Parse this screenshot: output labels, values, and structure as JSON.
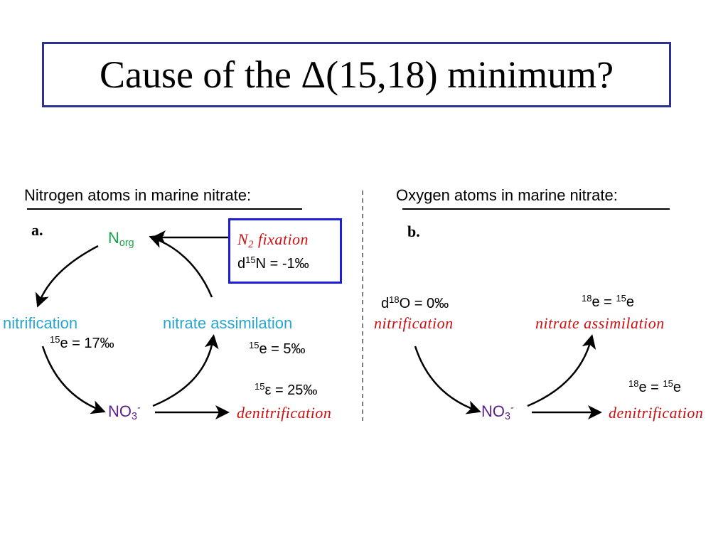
{
  "title": "Cause of the Δ(15,18) minimum?",
  "panel_a": {
    "heading": "Nitrogen atoms in marine nitrate:",
    "letter": "a.",
    "norg": {
      "base": "N",
      "sub": "org"
    },
    "n2_fixation": {
      "base": "N",
      "sub": "2",
      "rest": " fixation"
    },
    "d15n": {
      "prefix": "d",
      "sup": "15",
      "rest": "N = -1‰"
    },
    "nitrification": "nitrification",
    "nitrate_assimilation": "nitrate assimilation",
    "e_nitrification": {
      "sup": "15",
      "rest": "e = 17‰"
    },
    "e_assimilation": {
      "sup": "15",
      "rest": "e = 5‰"
    },
    "eps_denitrification": {
      "sup": "15",
      "rest": "ε = 25‰"
    },
    "no3": {
      "base": "NO",
      "sub": "3",
      "sup": "-"
    },
    "denitrification": "denitrification"
  },
  "panel_b": {
    "heading": "Oxygen atoms in marine nitrate:",
    "letter": "b.",
    "d18o": {
      "prefix": "d",
      "sup": "18",
      "rest": "O = 0‰"
    },
    "nitrification": "nitrification",
    "e_assim": {
      "sup1": "18",
      "mid": "e = ",
      "sup2": "15",
      "end": "e"
    },
    "nitrate_assimilation": "nitrate assimilation",
    "e_denit": {
      "sup1": "18",
      "mid": "e = ",
      "sup2": "15",
      "end": "e"
    },
    "no3": {
      "base": "NO",
      "sub": "3",
      "sup": "-"
    },
    "denitrification": "denitrification"
  }
}
